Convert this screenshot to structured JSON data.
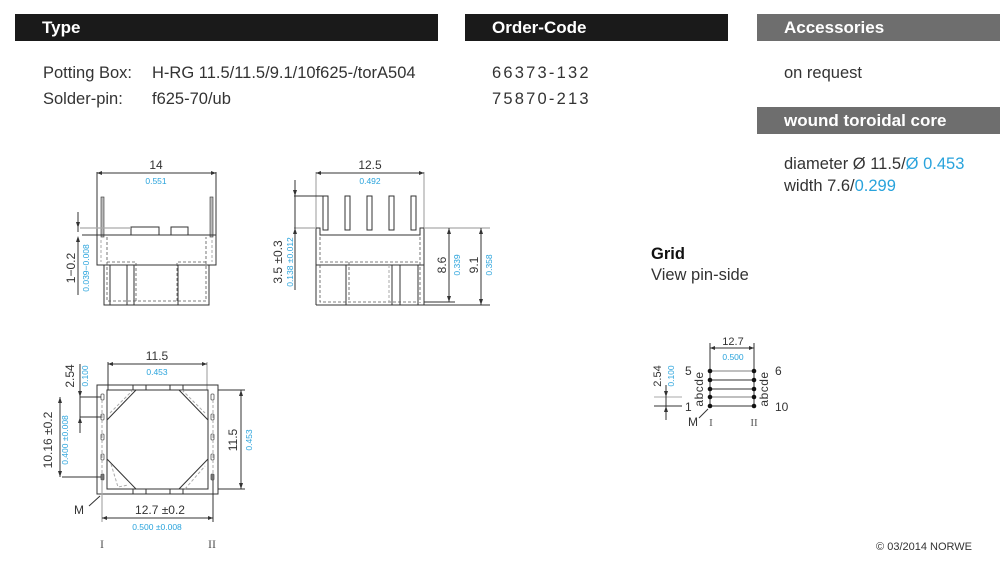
{
  "headers": {
    "type": "Type",
    "order_code": "Order-Code",
    "accessories": "Accessories",
    "wound_core": "wound toroidal core"
  },
  "type_rows": [
    {
      "label": "Potting Box:",
      "value": "H-RG 11.5/11.5/9.1/10f625-/torA504"
    },
    {
      "label": "Solder-pin:",
      "value": "f625-70/ub"
    }
  ],
  "order_codes": [
    "66373-132",
    "75870-213"
  ],
  "accessories_text": "on request",
  "core": {
    "diameter_label": "diameter Ø 11.5/",
    "diameter_inch": "Ø 0.453",
    "width_label": "width 7.6/",
    "width_inch": "0.299"
  },
  "grid": {
    "title": "Grid",
    "subtitle": "View pin-side",
    "dim_mm": "12.7",
    "dim_in": "0.500",
    "pitch_mm": "2.54",
    "pitch_in": "0.100",
    "pin_5": "5",
    "pin_1": "1",
    "pin_6": "6",
    "pin_10": "10",
    "letters": "abcde",
    "m": "M",
    "row_I": "I",
    "row_II": "II"
  },
  "front_view": {
    "width_mm": "14",
    "width_in": "0.551",
    "h_mm": "1−0.2",
    "h_in": "0.039−0.008"
  },
  "side_view": {
    "width_mm": "12.5",
    "width_in": "0.492",
    "pin_mm": "3.5 ±0.3",
    "pin_in": "0.138 ±0.012",
    "h1_mm": "8.6",
    "h1_in": "0.339",
    "h2_mm": "9.1",
    "h2_in": "0.358"
  },
  "bottom_view": {
    "width_mm": "11.5",
    "width_in": "0.453",
    "pitch_mm": "2.54",
    "pitch_in": "0.100",
    "span_mm": "10.16 ±0.2",
    "span_in": "0.400 ±0.008",
    "height_mm": "11.5",
    "height_in": "0.453",
    "row_mm": "12.7 ±0.2",
    "row_in": "0.500 ±0.008",
    "m": "M",
    "row_I": "I",
    "row_II": "II"
  },
  "copyright": "© 03/2014 NORWE",
  "colors": {
    "accent": "#29a3dc",
    "header_dark": "#1a1a1a",
    "header_grey": "#6e6e6e"
  }
}
